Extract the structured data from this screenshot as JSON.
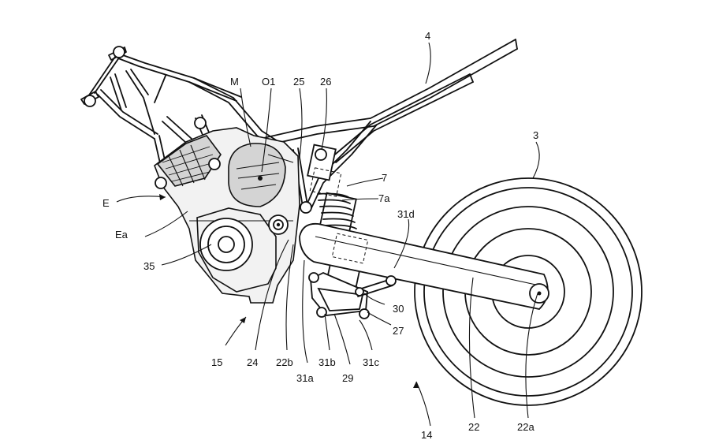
{
  "labels": {
    "motor": "M",
    "motor_axis": "O1",
    "l25": "25",
    "l26": "26",
    "frame": "4",
    "rear_wheel": "3",
    "shock": "7",
    "shock_part": "7a",
    "link_31d": "31d",
    "engine": "E",
    "engine_case": "Ea",
    "l35": "35",
    "l30": "30",
    "l27": "27",
    "l15": "15",
    "l24": "24",
    "l22b": "22b",
    "l31b": "31b",
    "l31c": "31c",
    "l31a": "31a",
    "l29": "29",
    "l14": "14",
    "swingarm": "22",
    "axle": "22a"
  }
}
